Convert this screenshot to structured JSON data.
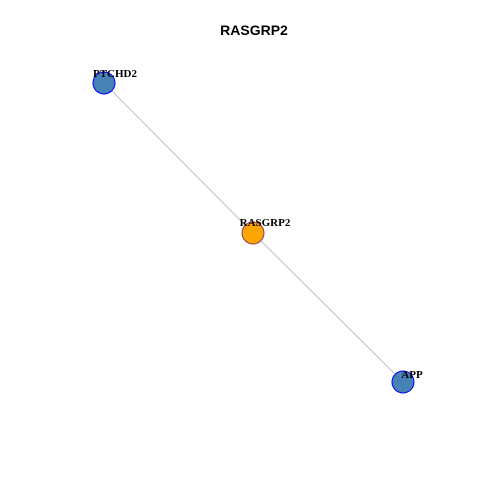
{
  "title": "RASGRP2",
  "colors": {
    "edge": "#bfbfbf",
    "center_node_fill": "#ffa500",
    "center_node_stroke": "#8b3a62",
    "neighbor_node_fill": "#4682b4",
    "neighbor_node_stroke": "#0000ff"
  },
  "nodes": [
    {
      "id": "PTCHD2",
      "label": "PTCHD2",
      "role": "neighbor"
    },
    {
      "id": "RASGRP2",
      "label": "RASGRP2",
      "role": "center"
    },
    {
      "id": "APP",
      "label": "APP",
      "role": "neighbor"
    }
  ],
  "edges": [
    {
      "source": "PTCHD2",
      "target": "RASGRP2"
    },
    {
      "source": "RASGRP2",
      "target": "APP"
    }
  ]
}
